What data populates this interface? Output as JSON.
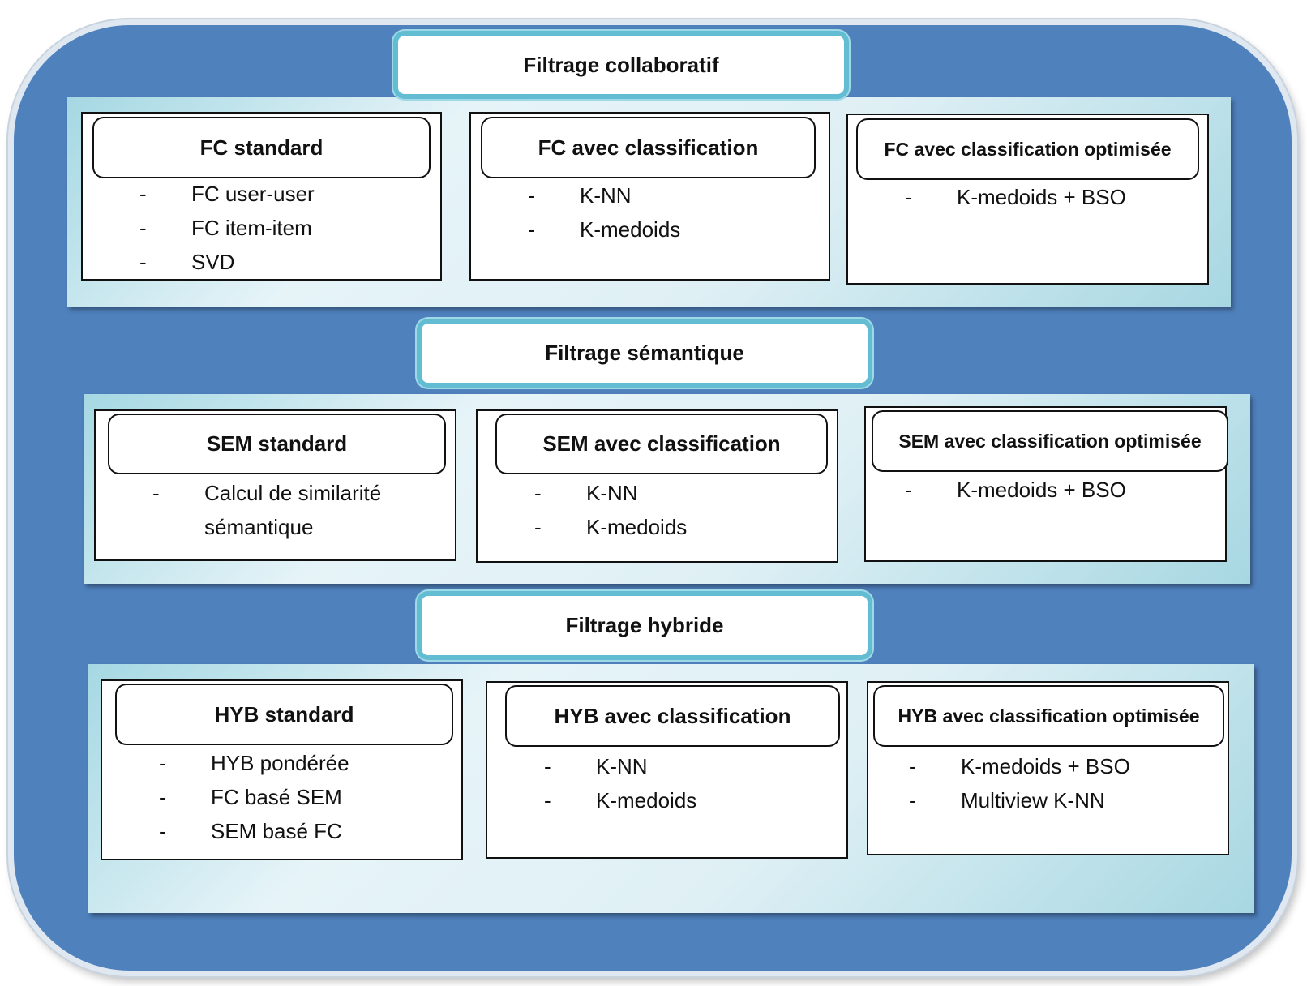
{
  "sections": [
    {
      "header": "Filtrage collaboratif",
      "cards": [
        {
          "title": "FC standard",
          "items": [
            "FC user-user",
            "FC item-item",
            "SVD"
          ]
        },
        {
          "title": "FC avec classification",
          "items": [
            "K-NN",
            "K-medoids"
          ]
        },
        {
          "title": "FC avec classification optimisée",
          "items": [
            "K-medoids + BSO"
          ]
        }
      ]
    },
    {
      "header": "Filtrage sémantique",
      "cards": [
        {
          "title": "SEM standard",
          "items": [
            "Calcul de similarité sémantique"
          ]
        },
        {
          "title": "SEM avec classification",
          "items": [
            "K-NN",
            "K-medoids"
          ]
        },
        {
          "title": "SEM avec classification optimisée",
          "items": [
            "K-medoids + BSO"
          ]
        }
      ]
    },
    {
      "header": "Filtrage hybride",
      "cards": [
        {
          "title": "HYB standard",
          "items": [
            "HYB pondérée",
            "FC basé SEM",
            "SEM basé FC"
          ]
        },
        {
          "title": "HYB avec classification",
          "items": [
            "K-NN",
            "K-medoids"
          ]
        },
        {
          "title": "HYB avec classification optimisée",
          "items": [
            "K-medoids  + BSO",
            "Multiview K-NN"
          ]
        }
      ]
    }
  ]
}
